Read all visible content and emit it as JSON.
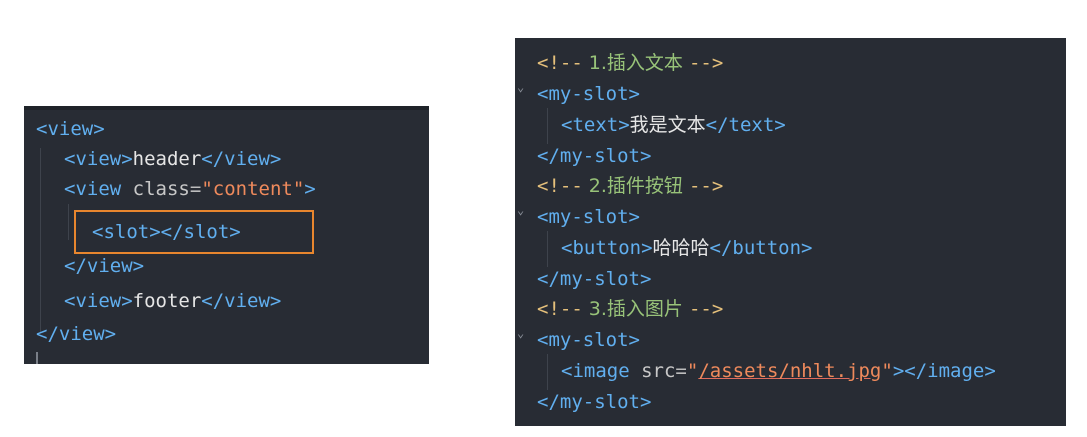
{
  "left_editor": {
    "lines": [
      {
        "open": "<view>"
      },
      {
        "open": "<view>",
        "text": "header",
        "close": "</view>"
      },
      {
        "open_start": "<view",
        "attr": "class",
        "eq": "=",
        "value": "\"content\"",
        "open_end": ">"
      },
      {
        "tag": "<slot></slot>"
      },
      {
        "close": "</view>"
      },
      {
        "open": "<view>",
        "text": "footer",
        "close": "</view>"
      },
      {
        "close": "</view>"
      }
    ]
  },
  "right_editor": {
    "comments": [
      {
        "start": "<!--",
        "text": " 1.插入文本 ",
        "end": "-->"
      },
      {
        "start": "<!--",
        "text": " 2.插件按钮 ",
        "end": "-->"
      },
      {
        "start": "<!--",
        "text": " 3.插入图片 ",
        "end": "-->"
      }
    ],
    "blocks": [
      {
        "open": "<my-slot>",
        "child_open": "<text>",
        "child_text": "我是文本",
        "child_close": "</text>",
        "close": "</my-slot>"
      },
      {
        "open": "<my-slot>",
        "child_open": "<button>",
        "child_text": "哈哈哈",
        "child_close": "</button>",
        "close": "</my-slot>"
      },
      {
        "open": "<my-slot>",
        "image_start": "<image",
        "image_attr": "src",
        "image_eq": "=",
        "image_quote_open": "\"",
        "image_src": "/assets/nhlt.jpg",
        "image_quote_close": "\"",
        "image_end": "></image>",
        "close": "</my-slot>"
      }
    ]
  },
  "colors": {
    "editor_bg": "#282c34",
    "tag": "#61afef",
    "text": "#e6e6e6",
    "string": "#ef8a5c",
    "comment_delim": "#e5c07b",
    "comment_text": "#98c379",
    "highlight_box": "#e8862e"
  },
  "icons": [
    "fold-chevron-icon"
  ]
}
